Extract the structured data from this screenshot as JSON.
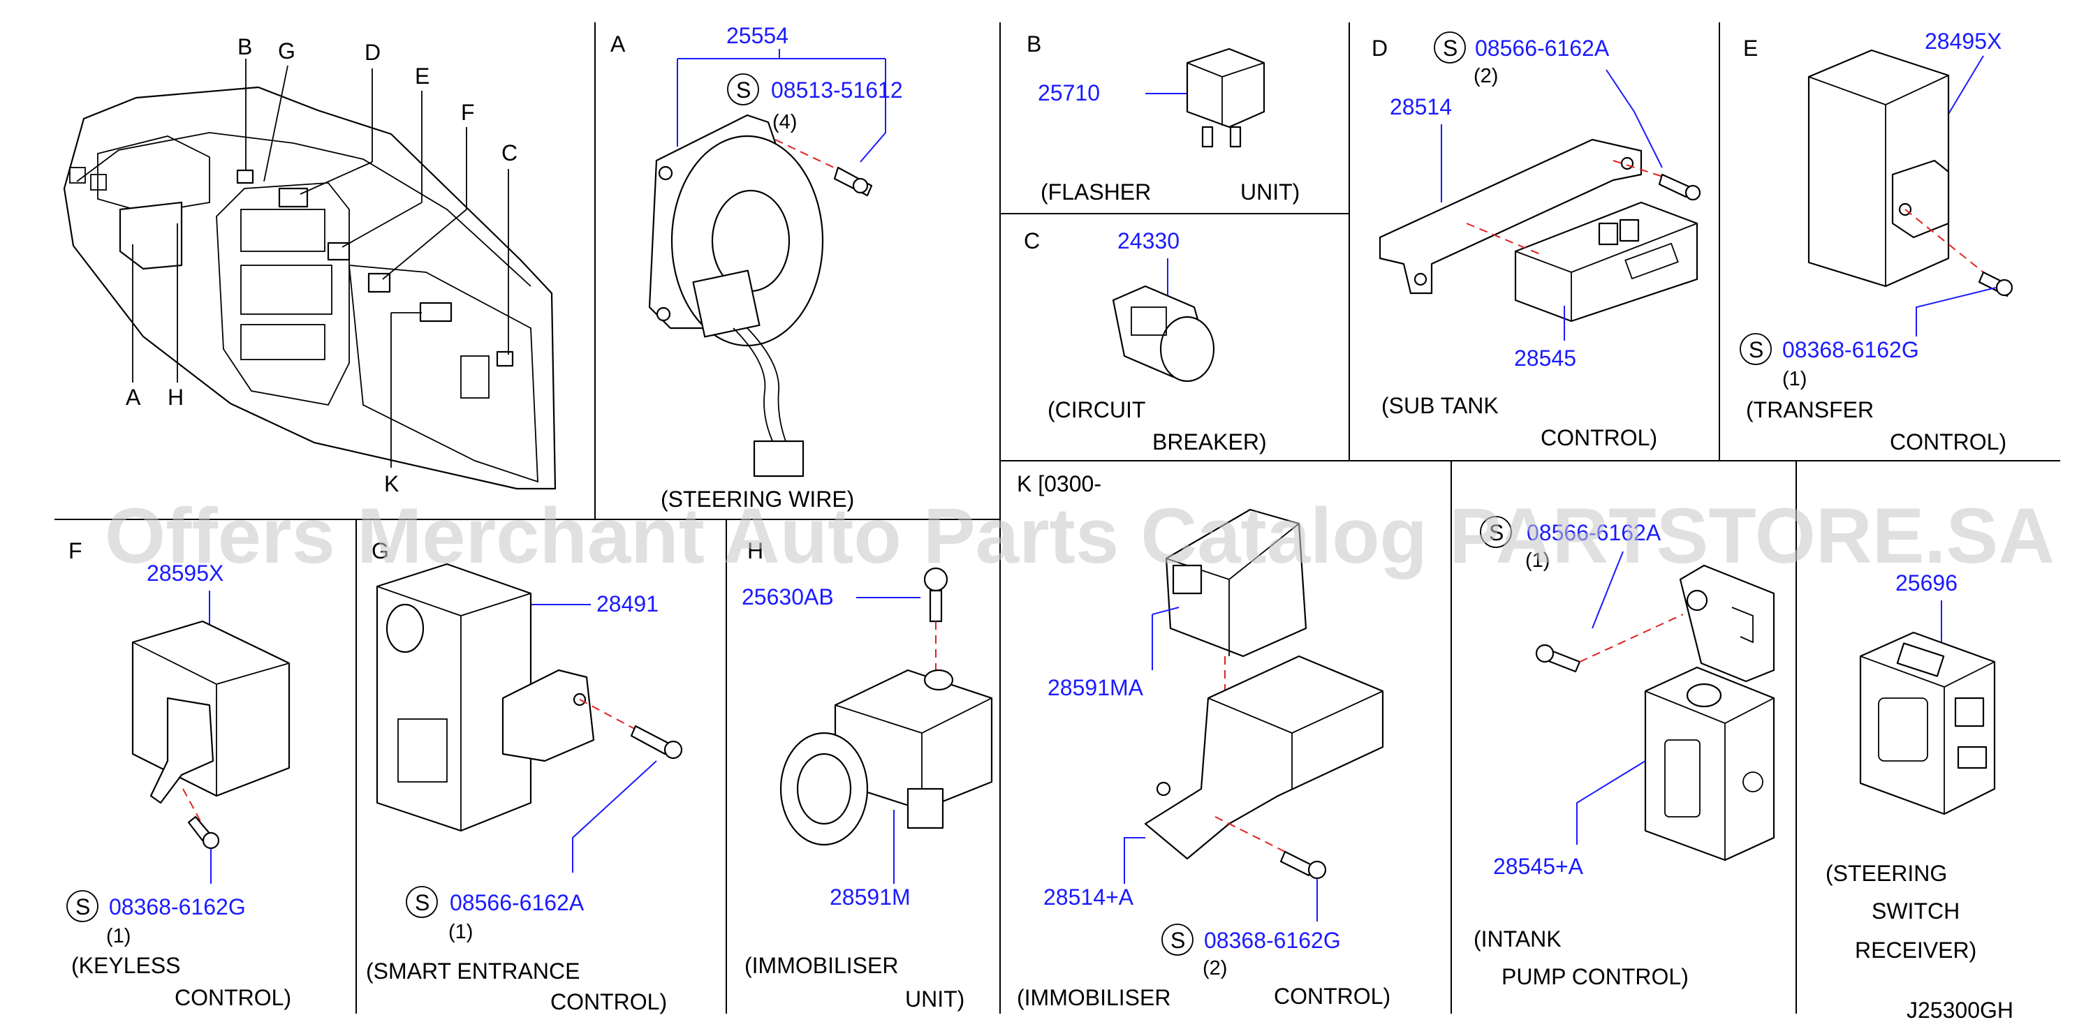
{
  "watermark": "Offers Merchant Auto Parts Catalog PARTSTORE.SA",
  "footer_code": "J25300GH",
  "colors": {
    "part_number": "#1a1aff",
    "leader_dash": "#e02020"
  },
  "overview": {
    "letters": {
      "B": "B",
      "G": "G",
      "D": "D",
      "E": "E",
      "F": "F",
      "C": "C",
      "A": "A",
      "H": "H",
      "K": "K"
    }
  },
  "panels": {
    "A": {
      "letter": "A",
      "part_top": "25554",
      "screw_symbol": "S",
      "screw_part": "08513-51612",
      "qty": "(4)",
      "caption": "(STEERING   WIRE)"
    },
    "B": {
      "letter": "B",
      "part": "25710",
      "caption_1": "(FLASHER",
      "caption_2": "UNIT)"
    },
    "C": {
      "letter": "C",
      "part": "24330",
      "caption_1": "(CIRCUIT",
      "caption_2": "BREAKER)"
    },
    "D": {
      "letter": "D",
      "screw_symbol": "S",
      "screw_part": "08566-6162A",
      "qty": "(2)",
      "part_bracket": "28514",
      "part_unit": "28545",
      "caption_1": "(SUB   TANK",
      "caption_2": "CONTROL)"
    },
    "E": {
      "letter": "E",
      "part": "28495X",
      "screw_symbol": "S",
      "screw_part": "08368-6162G",
      "qty": "(1)",
      "caption_1": "(TRANSFER",
      "caption_2": "CONTROL)"
    },
    "F": {
      "letter": "F",
      "part": "28595X",
      "screw_symbol": "S",
      "screw_part": "08368-6162G",
      "qty": "(1)",
      "caption_1": "(KEYLESS",
      "caption_2": "CONTROL)"
    },
    "G": {
      "letter": "G",
      "part": "28491",
      "screw_symbol": "S",
      "screw_part": "08566-6162A",
      "qty": "(1)",
      "caption_1": "(SMART   ENTRANCE",
      "caption_2": "CONTROL)"
    },
    "H": {
      "letter": "H",
      "part_screw": "25630AB",
      "part_unit": "28591M",
      "caption_1": "(IMMOBILISER",
      "caption_2": "UNIT)"
    },
    "K": {
      "letter_date": "K [0300-",
      "part_unit": "28591MA",
      "part_bracket": "28514+A",
      "screw_symbol": "S",
      "screw_part": "08368-6162G",
      "qty": "(2)",
      "caption_1": "(IMMOBILISER",
      "caption_2": "CONTROL)"
    },
    "I": {
      "letter": "S",
      "screw_part": "08566-6162A",
      "qty": "(1)",
      "part": "28545+A",
      "caption_1": "(INTANK",
      "caption_2": "PUMP    CONTROL)"
    },
    "J": {
      "part": "25696",
      "caption_1": "(STEERING",
      "caption_2": "SWITCH",
      "caption_3": "RECEIVER)"
    }
  }
}
